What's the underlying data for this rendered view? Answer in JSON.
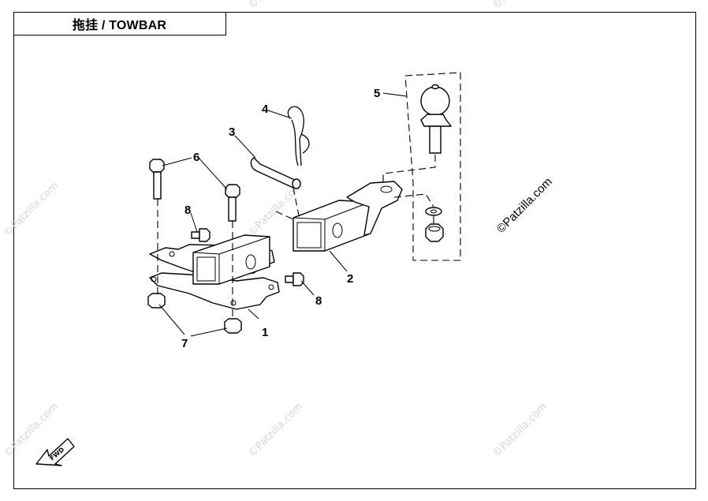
{
  "title": "拖挂 / TOWBAR",
  "callouts": {
    "c1": "1",
    "c2": "2",
    "c3": "3",
    "c4": "4",
    "c5": "5",
    "c6": "6",
    "c7": "7",
    "c8a": "8",
    "c8b": "8"
  },
  "watermark": "©Patzilla.com",
  "fwd_label": "FWD"
}
